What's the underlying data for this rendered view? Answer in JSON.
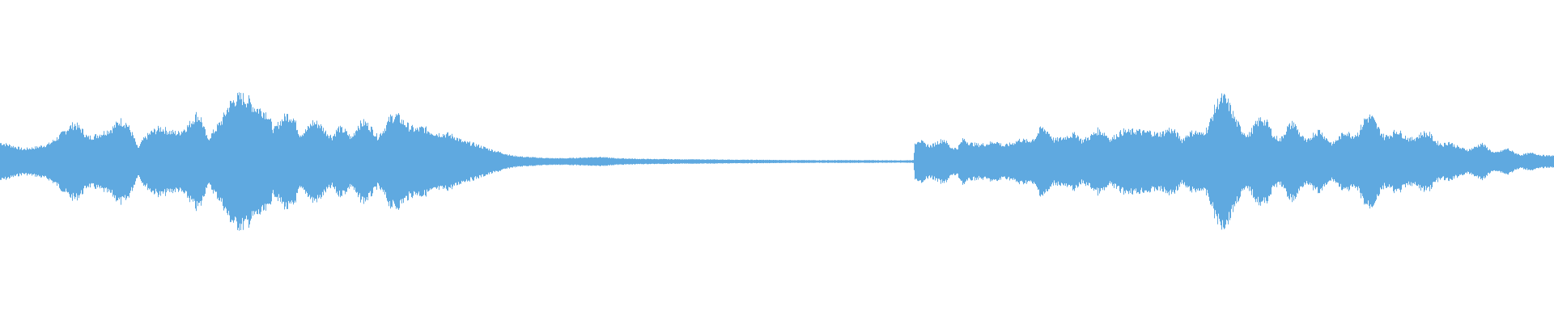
{
  "waveform": {
    "color": "#5fa9e0",
    "background": "#ffffff",
    "envelope": [
      [
        0,
        0.29
      ],
      [
        12,
        0.25
      ],
      [
        28,
        0.19
      ],
      [
        45,
        0.22
      ],
      [
        60,
        0.27
      ],
      [
        72,
        0.38
      ],
      [
        84,
        0.52
      ],
      [
        92,
        0.58
      ],
      [
        100,
        0.5
      ],
      [
        108,
        0.37
      ],
      [
        118,
        0.4
      ],
      [
        128,
        0.45
      ],
      [
        138,
        0.51
      ],
      [
        148,
        0.63
      ],
      [
        156,
        0.59
      ],
      [
        164,
        0.4
      ],
      [
        170,
        0.2
      ],
      [
        176,
        0.33
      ],
      [
        186,
        0.45
      ],
      [
        198,
        0.52
      ],
      [
        210,
        0.46
      ],
      [
        220,
        0.44
      ],
      [
        232,
        0.55
      ],
      [
        242,
        0.72
      ],
      [
        248,
        0.66
      ],
      [
        256,
        0.34
      ],
      [
        264,
        0.47
      ],
      [
        274,
        0.64
      ],
      [
        282,
        0.86
      ],
      [
        290,
        0.97
      ],
      [
        298,
        1.0
      ],
      [
        306,
        0.95
      ],
      [
        314,
        0.84
      ],
      [
        322,
        0.8
      ],
      [
        330,
        0.74
      ],
      [
        338,
        0.48
      ],
      [
        346,
        0.62
      ],
      [
        354,
        0.72
      ],
      [
        362,
        0.68
      ],
      [
        370,
        0.42
      ],
      [
        378,
        0.48
      ],
      [
        386,
        0.61
      ],
      [
        394,
        0.58
      ],
      [
        402,
        0.46
      ],
      [
        410,
        0.38
      ],
      [
        418,
        0.52
      ],
      [
        426,
        0.47
      ],
      [
        434,
        0.36
      ],
      [
        442,
        0.56
      ],
      [
        450,
        0.61
      ],
      [
        458,
        0.52
      ],
      [
        466,
        0.38
      ],
      [
        474,
        0.5
      ],
      [
        482,
        0.68
      ],
      [
        490,
        0.71
      ],
      [
        498,
        0.61
      ],
      [
        506,
        0.53
      ],
      [
        514,
        0.49
      ],
      [
        522,
        0.52
      ],
      [
        530,
        0.47
      ],
      [
        540,
        0.43
      ],
      [
        552,
        0.42
      ],
      [
        562,
        0.38
      ],
      [
        572,
        0.3
      ],
      [
        582,
        0.28
      ],
      [
        592,
        0.24
      ],
      [
        604,
        0.19
      ],
      [
        618,
        0.14
      ],
      [
        632,
        0.09
      ],
      [
        648,
        0.07
      ],
      [
        664,
        0.06
      ],
      [
        680,
        0.05
      ],
      [
        700,
        0.05
      ],
      [
        720,
        0.06
      ],
      [
        740,
        0.07
      ],
      [
        760,
        0.05
      ],
      [
        790,
        0.04
      ],
      [
        830,
        0.035
      ],
      [
        880,
        0.03
      ],
      [
        940,
        0.025
      ],
      [
        1000,
        0.02
      ],
      [
        1060,
        0.02
      ],
      [
        1110,
        0.018
      ],
      [
        1128,
        0.02
      ],
      [
        1130,
        0.28
      ],
      [
        1134,
        0.34
      ],
      [
        1142,
        0.27
      ],
      [
        1150,
        0.24
      ],
      [
        1158,
        0.3
      ],
      [
        1166,
        0.34
      ],
      [
        1174,
        0.22
      ],
      [
        1182,
        0.2
      ],
      [
        1190,
        0.35
      ],
      [
        1198,
        0.28
      ],
      [
        1208,
        0.26
      ],
      [
        1218,
        0.27
      ],
      [
        1230,
        0.31
      ],
      [
        1240,
        0.24
      ],
      [
        1250,
        0.28
      ],
      [
        1260,
        0.34
      ],
      [
        1270,
        0.31
      ],
      [
        1278,
        0.36
      ],
      [
        1286,
        0.52
      ],
      [
        1294,
        0.47
      ],
      [
        1302,
        0.33
      ],
      [
        1312,
        0.36
      ],
      [
        1322,
        0.41
      ],
      [
        1330,
        0.42
      ],
      [
        1336,
        0.32
      ],
      [
        1346,
        0.38
      ],
      [
        1356,
        0.48
      ],
      [
        1364,
        0.44
      ],
      [
        1372,
        0.34
      ],
      [
        1380,
        0.42
      ],
      [
        1388,
        0.47
      ],
      [
        1396,
        0.46
      ],
      [
        1404,
        0.48
      ],
      [
        1412,
        0.45
      ],
      [
        1420,
        0.46
      ],
      [
        1428,
        0.42
      ],
      [
        1436,
        0.44
      ],
      [
        1444,
        0.5
      ],
      [
        1452,
        0.45
      ],
      [
        1460,
        0.33
      ],
      [
        1468,
        0.43
      ],
      [
        1476,
        0.46
      ],
      [
        1484,
        0.42
      ],
      [
        1492,
        0.52
      ],
      [
        1500,
        0.8
      ],
      [
        1506,
        0.96
      ],
      [
        1512,
        0.98
      ],
      [
        1518,
        0.88
      ],
      [
        1526,
        0.64
      ],
      [
        1534,
        0.48
      ],
      [
        1542,
        0.4
      ],
      [
        1550,
        0.56
      ],
      [
        1558,
        0.67
      ],
      [
        1566,
        0.58
      ],
      [
        1574,
        0.38
      ],
      [
        1582,
        0.34
      ],
      [
        1590,
        0.52
      ],
      [
        1598,
        0.6
      ],
      [
        1606,
        0.42
      ],
      [
        1614,
        0.3
      ],
      [
        1622,
        0.42
      ],
      [
        1630,
        0.48
      ],
      [
        1638,
        0.36
      ],
      [
        1646,
        0.27
      ],
      [
        1654,
        0.37
      ],
      [
        1662,
        0.46
      ],
      [
        1670,
        0.4
      ],
      [
        1678,
        0.44
      ],
      [
        1686,
        0.66
      ],
      [
        1694,
        0.7
      ],
      [
        1702,
        0.52
      ],
      [
        1710,
        0.38
      ],
      [
        1718,
        0.42
      ],
      [
        1726,
        0.48
      ],
      [
        1734,
        0.4
      ],
      [
        1742,
        0.34
      ],
      [
        1750,
        0.38
      ],
      [
        1758,
        0.44
      ],
      [
        1766,
        0.42
      ],
      [
        1774,
        0.3
      ],
      [
        1782,
        0.26
      ],
      [
        1790,
        0.3
      ],
      [
        1798,
        0.24
      ],
      [
        1806,
        0.2
      ],
      [
        1814,
        0.18
      ],
      [
        1822,
        0.22
      ],
      [
        1830,
        0.28
      ],
      [
        1838,
        0.2
      ],
      [
        1846,
        0.13
      ],
      [
        1854,
        0.16
      ],
      [
        1862,
        0.2
      ],
      [
        1870,
        0.14
      ],
      [
        1878,
        0.1
      ],
      [
        1886,
        0.12
      ],
      [
        1894,
        0.13
      ],
      [
        1902,
        0.1
      ],
      [
        1910,
        0.09
      ],
      [
        1920,
        0.09
      ]
    ]
  }
}
